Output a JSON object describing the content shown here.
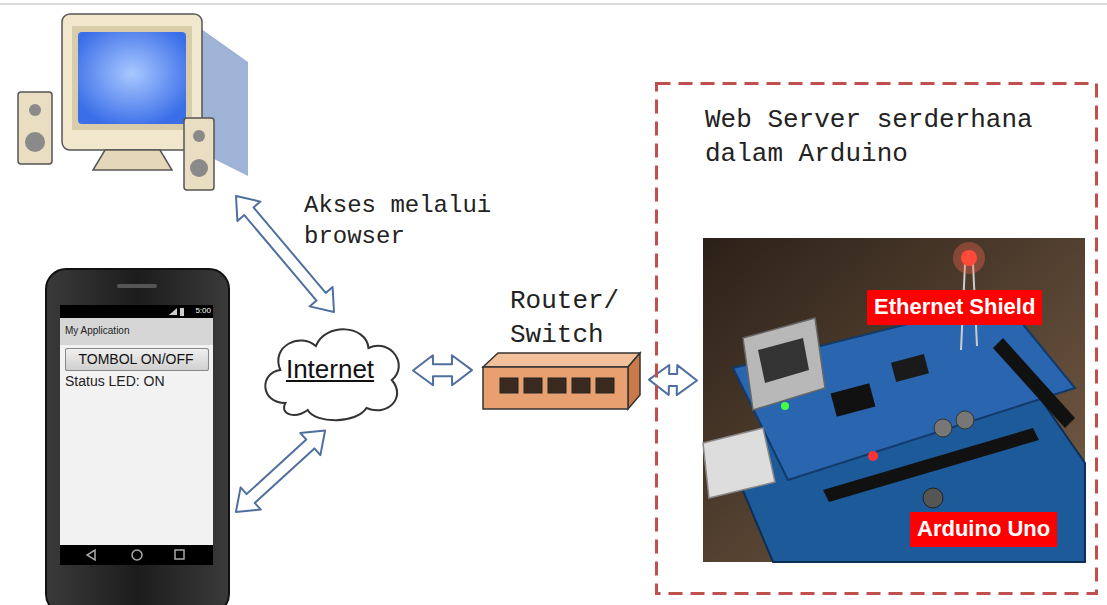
{
  "diagram": {
    "nodes": [
      {
        "text": [
          "Internet"
        ]
      },
      {
        "text": [
          "5:00",
          "My Application",
          "Status LED: ON"
        ]
      },
      {
        "text": [
          "TOMBOL ON/OFF"
        ],
        "in": 1
      },
      {
        "text": [
          "Router/ Switch"
        ]
      },
      {
        "text": [
          "Web Server serderhana dalam Arduino"
        ]
      },
      {
        "text": [
          "Ethernet Shield",
          "Arduino Uno"
        ],
        "in": 4
      }
    ],
    "edges": [
      {
        "from": 1,
        "to": 0,
        "arrow": "both"
      },
      {
        "from": 0,
        "to": 3,
        "arrow": "both"
      },
      {
        "from": 3,
        "to": 5,
        "arrow": "both"
      }
    ],
    "labels": [
      "Akses melalui browser"
    ]
  }
}
